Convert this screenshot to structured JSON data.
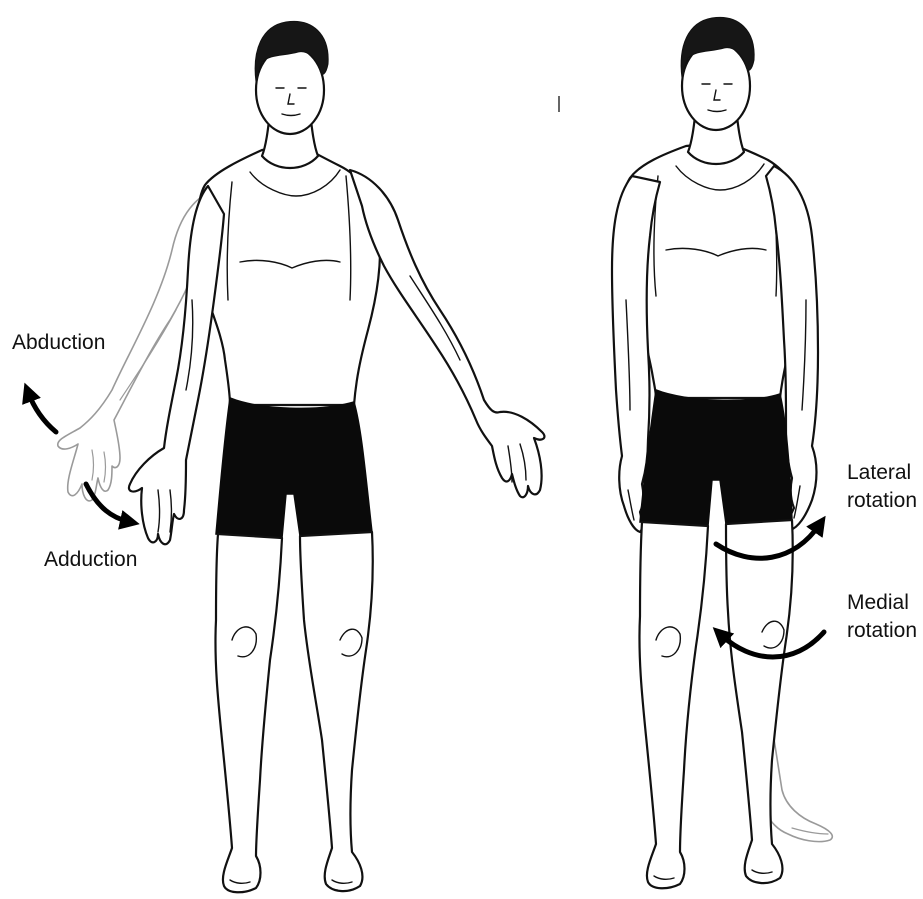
{
  "labels": {
    "abduction": "Abduction",
    "adduction": "Adduction",
    "lateral_rotation_line1": "Lateral",
    "lateral_rotation_line2": "rotation",
    "medial_rotation_line1": "Medial",
    "medial_rotation_line2": "rotation"
  },
  "colors": {
    "outline": "#111111",
    "ghost_outline": "#9a9a9a",
    "shorts": "#0a0a0a",
    "arrows": "#000000",
    "background": "#ffffff"
  }
}
